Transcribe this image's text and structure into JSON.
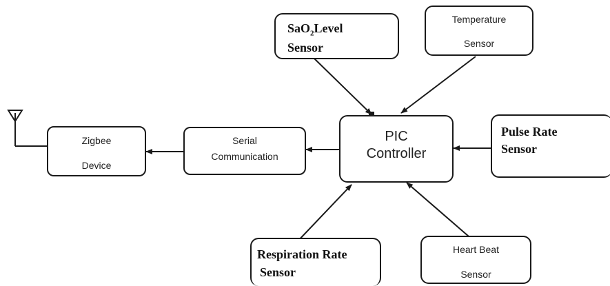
{
  "diagram": {
    "nodes": {
      "sao2_sensor": {
        "line1_prefix": "SaO",
        "line1_sub": "2",
        "line1_suffix": "Level",
        "line2": "Sensor"
      },
      "temperature_sensor": {
        "line1": "Temperature",
        "line2": "Sensor"
      },
      "pulse_rate_sensor": {
        "line1": "Pulse Rate",
        "line2": "Sensor"
      },
      "pic_controller": {
        "line1": "PIC",
        "line2": "Controller"
      },
      "serial_communication": {
        "line1": "Serial",
        "line2": "Communication"
      },
      "zigbee_device": {
        "line1": "Zigbee",
        "line2": "Device"
      },
      "respiration_rate_sensor": {
        "line1": "Respiration Rate",
        "line2": "Sensor"
      },
      "heart_beat_sensor": {
        "line1": "Heart Beat",
        "line2": "Sensor"
      }
    },
    "edges": [
      {
        "from": "sao2_sensor",
        "to": "pic_controller"
      },
      {
        "from": "temperature_sensor",
        "to": "pic_controller"
      },
      {
        "from": "pulse_rate_sensor",
        "to": "pic_controller"
      },
      {
        "from": "respiration_rate_sensor",
        "to": "pic_controller"
      },
      {
        "from": "heart_beat_sensor",
        "to": "pic_controller"
      },
      {
        "from": "pic_controller",
        "to": "serial_communication"
      },
      {
        "from": "serial_communication",
        "to": "zigbee_device"
      },
      {
        "from": "zigbee_device",
        "to": "antenna"
      }
    ],
    "colors": {
      "stroke": "#1a1a1a",
      "background": "#ffffff"
    },
    "icons": {
      "antenna": "antenna-icon"
    }
  }
}
